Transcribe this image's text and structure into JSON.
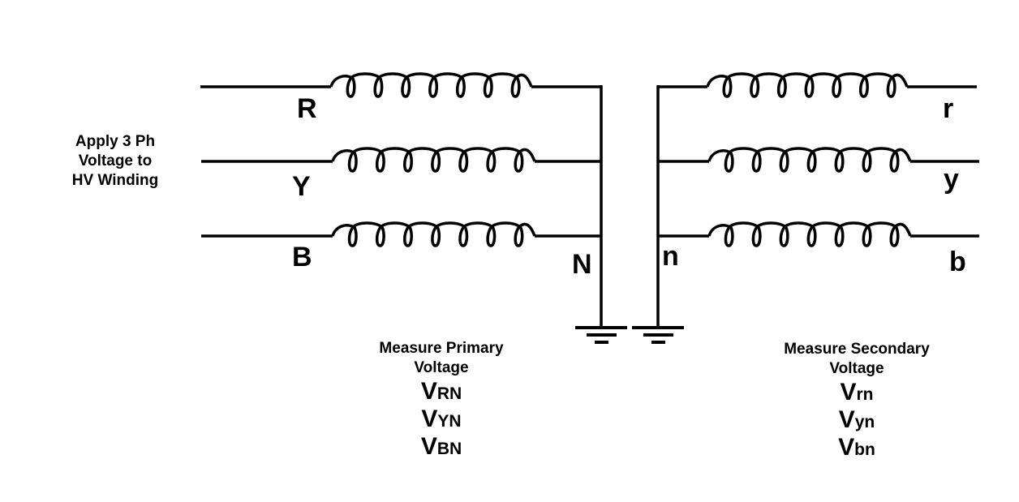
{
  "instruction": {
    "line1": "Apply 3 Ph",
    "line2": "Voltage to",
    "line3": "HV Winding"
  },
  "primary": {
    "phases": [
      "R",
      "Y",
      "B"
    ],
    "neutral": "N",
    "note_line1": "Measure Primary",
    "note_line2": "Voltage",
    "measurements": [
      {
        "main": "V",
        "sub": "RN"
      },
      {
        "main": "V",
        "sub": "YN"
      },
      {
        "main": "V",
        "sub": "BN"
      }
    ]
  },
  "secondary": {
    "phases": [
      "r",
      "y",
      "b"
    ],
    "neutral": "n",
    "note_line1": "Measure Secondary",
    "note_line2": "Voltage",
    "measurements": [
      {
        "main": "V",
        "sub": "rn"
      },
      {
        "main": "V",
        "sub": "yn"
      },
      {
        "main": "V",
        "sub": "bn"
      }
    ]
  },
  "colors": {
    "line": "#000000",
    "background": "#ffffff"
  },
  "icons": {
    "earth": "ground-symbol-icon",
    "winding": "inductor-coil-icon"
  }
}
